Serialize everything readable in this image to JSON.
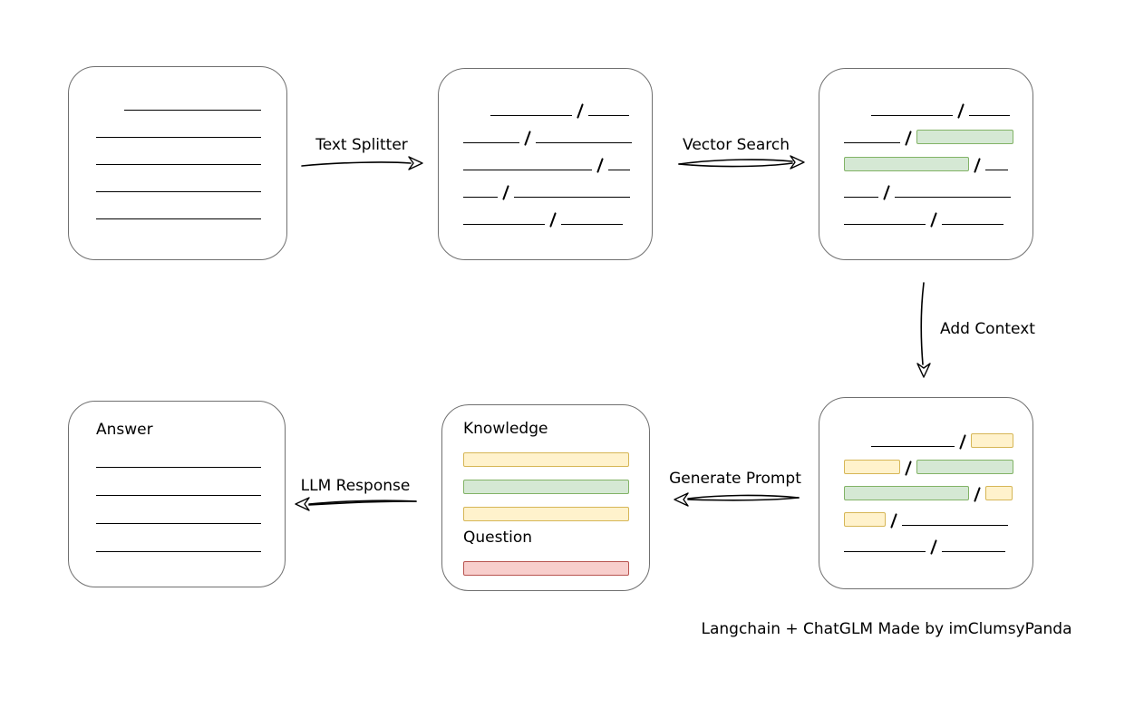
{
  "labels": {
    "text_splitter": "Text Splitter",
    "vector_search": "Vector Search",
    "add_context": "Add Context",
    "generate_prompt": "Generate Prompt",
    "llm_response": "LLM Response",
    "caption": "Langchain + ChatGLM Made by imClumsyPanda"
  },
  "colors": {
    "line": "#000000",
    "box_border": "#707070",
    "green_fill": "#d5e8d4",
    "green_border": "#82b366",
    "yellow_fill": "#fff2cc",
    "yellow_border": "#d6b656",
    "red_fill": "#f8cecc",
    "red_border": "#b85450"
  },
  "nodes": {
    "source_document": {
      "rows": [
        [
          {
            "k": "sp",
            "w": 31
          },
          {
            "k": "line",
            "w": 151
          }
        ],
        [
          {
            "k": "line",
            "w": 182
          }
        ],
        [
          {
            "k": "line",
            "w": 182
          }
        ],
        [
          {
            "k": "line",
            "w": 182
          }
        ],
        [
          {
            "k": "line",
            "w": 182
          }
        ]
      ]
    },
    "split_text": {
      "rows": [
        [
          {
            "k": "sp",
            "w": 30
          },
          {
            "k": "line",
            "w": 90
          },
          {
            "k": "slash"
          },
          {
            "k": "line",
            "w": 45
          }
        ],
        [
          {
            "k": "line",
            "w": 62
          },
          {
            "k": "slash"
          },
          {
            "k": "line",
            "w": 106
          }
        ],
        [
          {
            "k": "line",
            "w": 142
          },
          {
            "k": "slash"
          },
          {
            "k": "line",
            "w": 24
          }
        ],
        [
          {
            "k": "line",
            "w": 38
          },
          {
            "k": "slash"
          },
          {
            "k": "line",
            "w": 128
          }
        ],
        [
          {
            "k": "line",
            "w": 90
          },
          {
            "k": "slash"
          },
          {
            "k": "line",
            "w": 68
          }
        ]
      ]
    },
    "vector_matches": {
      "rows": [
        [
          {
            "k": "sp",
            "w": 30
          },
          {
            "k": "line",
            "w": 90
          },
          {
            "k": "slash"
          },
          {
            "k": "line",
            "w": 45
          }
        ],
        [
          {
            "k": "line",
            "w": 62
          },
          {
            "k": "slash"
          },
          {
            "k": "chip",
            "c": "green",
            "w": 107
          }
        ],
        [
          {
            "k": "chip",
            "c": "green",
            "w": 138
          },
          {
            "k": "slash"
          },
          {
            "k": "line",
            "w": 25
          }
        ],
        [
          {
            "k": "line",
            "w": 38
          },
          {
            "k": "slash"
          },
          {
            "k": "line",
            "w": 128
          }
        ],
        [
          {
            "k": "line",
            "w": 90
          },
          {
            "k": "slash"
          },
          {
            "k": "line",
            "w": 68
          }
        ]
      ]
    },
    "context_chunks": {
      "rows": [
        [
          {
            "k": "sp",
            "w": 30
          },
          {
            "k": "line",
            "w": 92
          },
          {
            "k": "slash"
          },
          {
            "k": "chip",
            "c": "yellow",
            "w": 47
          }
        ],
        [
          {
            "k": "chip",
            "c": "yellow",
            "w": 62
          },
          {
            "k": "slash"
          },
          {
            "k": "chip",
            "c": "green",
            "w": 107
          }
        ],
        [
          {
            "k": "chip",
            "c": "green",
            "w": 138
          },
          {
            "k": "slash"
          },
          {
            "k": "chip",
            "c": "yellow",
            "w": 30
          }
        ],
        [
          {
            "k": "chip",
            "c": "yellow",
            "w": 46
          },
          {
            "k": "slash"
          },
          {
            "k": "line",
            "w": 117
          }
        ],
        [
          {
            "k": "line",
            "w": 90
          },
          {
            "k": "slash"
          },
          {
            "k": "line",
            "w": 70
          }
        ]
      ]
    },
    "prompt": {
      "rows": [
        [
          {
            "k": "text",
            "t": "Knowledge",
            "name": "knowledge-label"
          }
        ],
        [
          {
            "k": "chip",
            "c": "yellow",
            "w": 183
          }
        ],
        [
          {
            "k": "chip",
            "c": "green",
            "w": 183
          }
        ],
        [
          {
            "k": "chip",
            "c": "yellow",
            "w": 183
          }
        ],
        [
          {
            "k": "text",
            "t": "Question",
            "name": "question-label"
          }
        ],
        [
          {
            "k": "chip",
            "c": "red",
            "w": 183
          }
        ]
      ]
    },
    "answer": {
      "rows": [
        [
          {
            "k": "text",
            "t": "Answer",
            "name": "answer-label"
          }
        ],
        [
          {
            "k": "line",
            "w": 182
          }
        ],
        [
          {
            "k": "line",
            "w": 182
          }
        ],
        [
          {
            "k": "line",
            "w": 182
          }
        ],
        [
          {
            "k": "line",
            "w": 182
          }
        ]
      ]
    }
  }
}
